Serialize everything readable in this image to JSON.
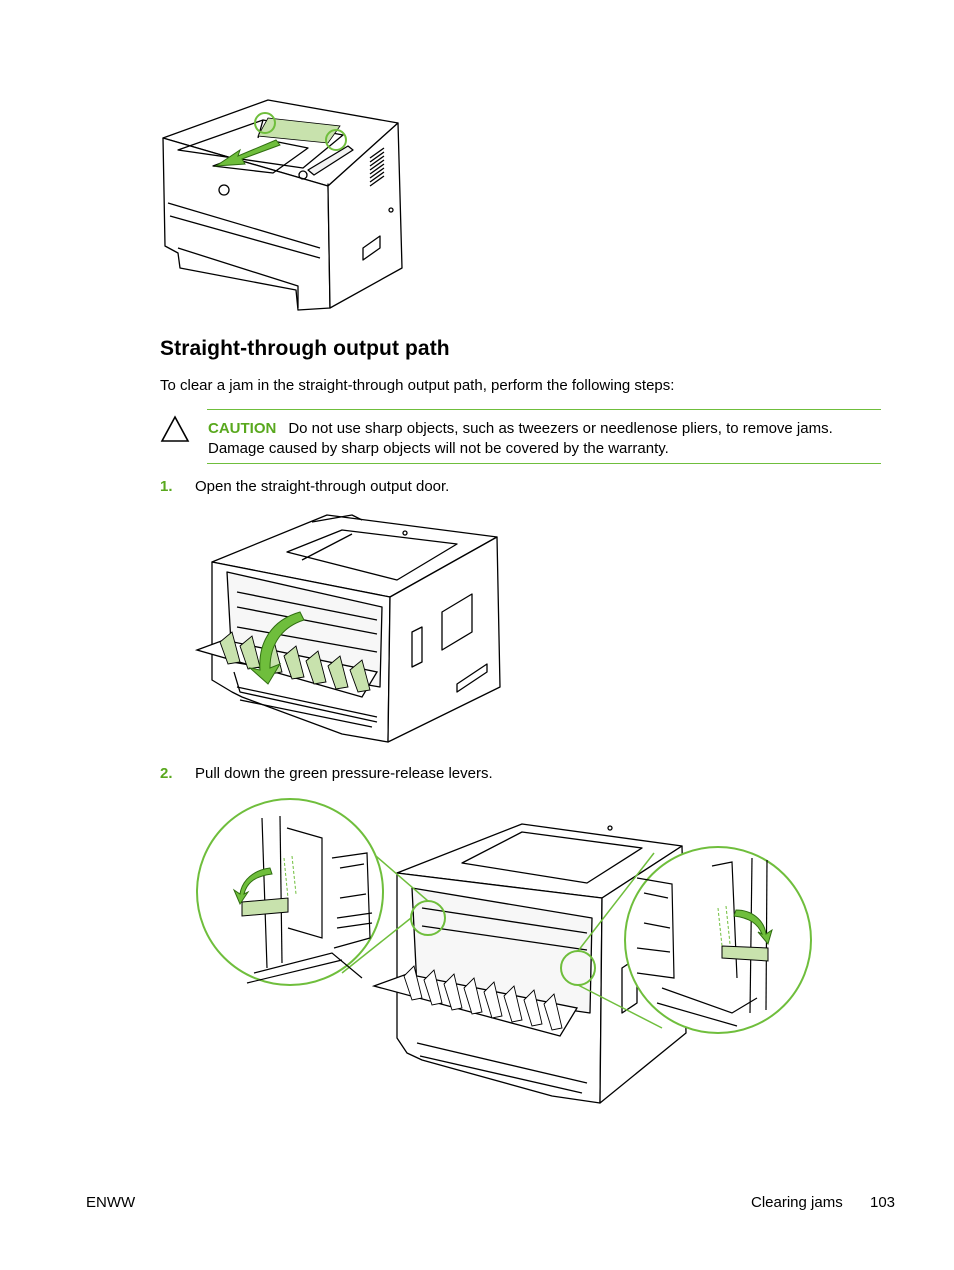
{
  "section": {
    "heading": "Straight-through output path",
    "intro": "To clear a jam in the straight-through output path, perform the following steps:"
  },
  "caution": {
    "label": "CAUTION",
    "text": "Do not use sharp objects, such as tweezers or needlenose pliers, to remove jams. Damage caused by sharp objects will not be covered by the warranty.",
    "icon": "warning-triangle-icon"
  },
  "steps": [
    {
      "number": "1.",
      "text": "Open the straight-through output door."
    },
    {
      "number": "2.",
      "text": "Pull down the green pressure-release levers."
    }
  ],
  "footer": {
    "left": "ENWW",
    "section": "Clearing jams",
    "page": "103"
  },
  "colors": {
    "accent_green": "#59a81e",
    "highlight_green": "#6fbe3c",
    "part_green": "#c8e2ad"
  }
}
